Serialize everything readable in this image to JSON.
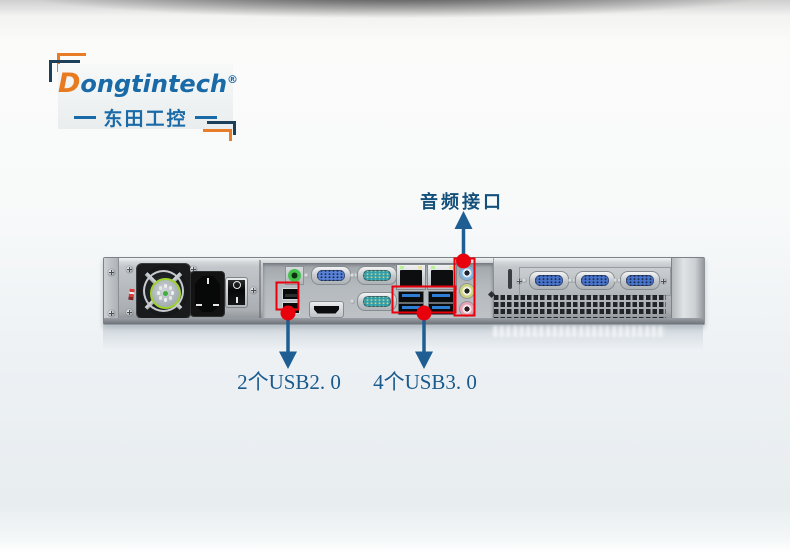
{
  "logo": {
    "brand_initial": "D",
    "brand_rest": "ongtintech",
    "registered_mark": "®",
    "subtitle": "东田工控",
    "brand_color": "#1a6aa8",
    "accent_orange": "#e87a1f"
  },
  "annotations": {
    "marker_color": "#e8000d",
    "arrow_color": "#1e5e92",
    "audio": {
      "label": "音频接口",
      "text_color": "#14507c"
    },
    "usb2": {
      "label": "2个USB2. 0",
      "text_color": "#1a5a8c"
    },
    "usb3": {
      "label": "4个USB3. 0",
      "text_color": "#1a5a8c"
    }
  },
  "device": {
    "chassis_color": "#b7bbc0",
    "ports": [
      "psu-fan",
      "ac-power-inlet",
      "power-switch",
      "ps2-port",
      "vga-port",
      "hdmi-port",
      "serial-port-1",
      "serial-port-2",
      "lan-port-1",
      "lan-port-2",
      "usb2-port-1",
      "usb2-port-2",
      "usb3-port-1",
      "usb3-port-2",
      "usb3-port-3",
      "usb3-port-4",
      "audio-line-in",
      "audio-line-out",
      "audio-mic",
      "com-port-1",
      "com-port-2",
      "com-port-3",
      "vent-grille"
    ]
  }
}
